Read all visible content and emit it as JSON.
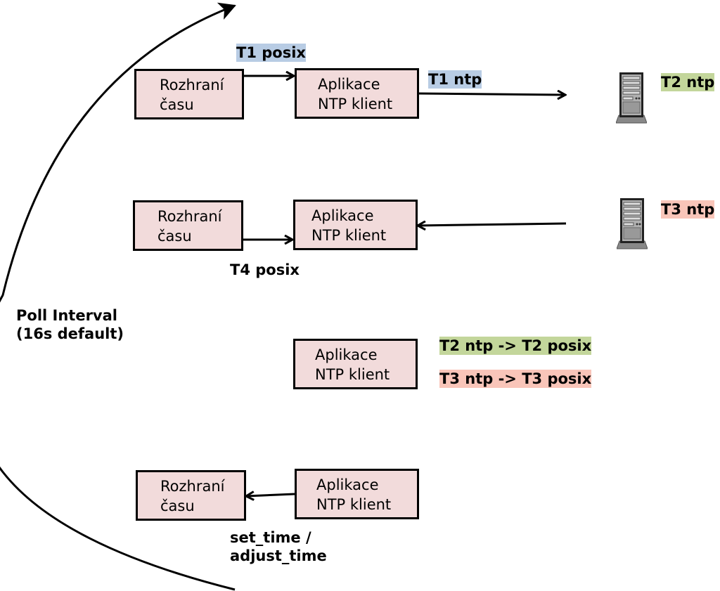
{
  "boxes": {
    "interface": {
      "line1": "Rozhraní",
      "line2": "času"
    },
    "client": {
      "line1": "Aplikace",
      "line2": "NTP klient"
    }
  },
  "labels": {
    "t1_posix": "T1 posix",
    "t1_ntp": "T1 ntp",
    "t2_ntp": "T2 ntp",
    "t3_ntp": "T3 ntp",
    "t4_posix": "T4 posix",
    "poll_line1": "Poll Interval",
    "poll_line2": "(16s default)",
    "t2_conv": "T2 ntp -> T2 posix",
    "t3_conv": "T3 ntp -> T3 posix",
    "set_line1": "set_time /",
    "set_line2": "adjust_time"
  },
  "colors": {
    "box_fill": "#f2dbdb",
    "blue_highlight": "#b8cce4",
    "green_highlight": "#c3d69b",
    "red_highlight": "#f9c5b9"
  },
  "icons": [
    "server-icon"
  ]
}
